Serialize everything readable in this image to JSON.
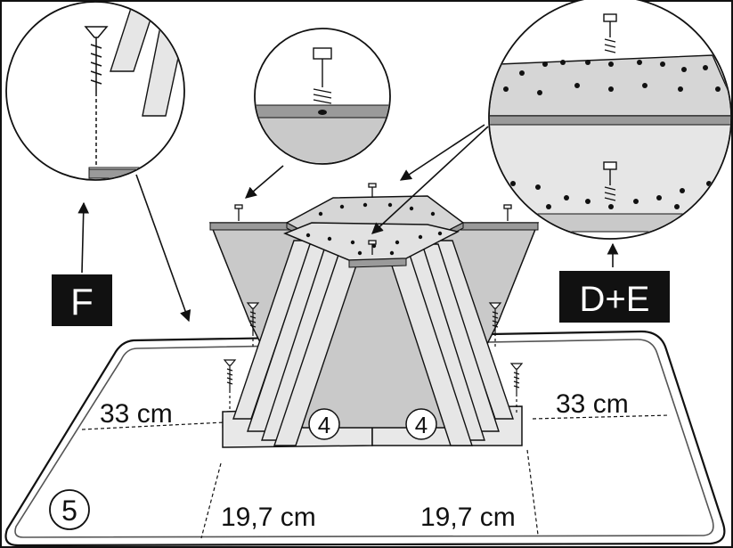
{
  "labels": {
    "part_f": "F",
    "part_de": "D+E",
    "dim_left_top": "33 cm",
    "dim_right_top": "33 cm",
    "dim_left_bottom": "19,7 cm",
    "dim_right_bottom": "19,7 cm",
    "step_number": "5",
    "panel_left_number": "4",
    "panel_right_number": "4"
  }
}
